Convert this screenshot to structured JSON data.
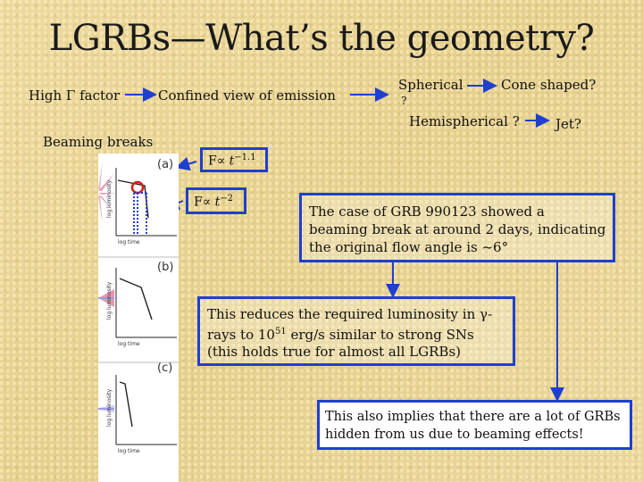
{
  "title": "LGRBs—What’s the geometry?",
  "flow": {
    "high_gamma": "High Γ factor",
    "confined_view": "Confined view of emission",
    "spherical": "Spherical",
    "spherical_q": "?",
    "cone_shaped": "Cone shaped?",
    "hemispherical": "Hemispherical ?",
    "jet": "Jet?",
    "beaming_breaks": "Beaming breaks"
  },
  "figure": {
    "panel_labels": [
      "(a)",
      "(b)",
      "(c)"
    ],
    "ylabel": "log luminosity",
    "xlabel": "log time"
  },
  "formulas": {
    "f1_prefix": "F∝ ",
    "f1_var": "t",
    "f1_exp": "−1.1",
    "f2_prefix": "F∝ ",
    "f2_var": "t",
    "f2_exp": "−2"
  },
  "boxes": {
    "grb_case": "The case of GRB 990123 showed a beaming break at around 2 days, indicating the original flow angle is ~6°",
    "luminosity_pre": "This reduces the required luminosity in γ-rays to 10",
    "luminosity_exp": "51",
    "luminosity_post": " erg/s similar to strong SNs (this holds true for almost all LGRBs)",
    "hidden": "This also implies that there are a lot of GRBs hidden from us due to beaming effects!"
  },
  "colors": {
    "accent": "#1f3fcf",
    "marker": "#d0201a",
    "cone": "#e58aa6",
    "cone_blue": "#8f95e8"
  }
}
